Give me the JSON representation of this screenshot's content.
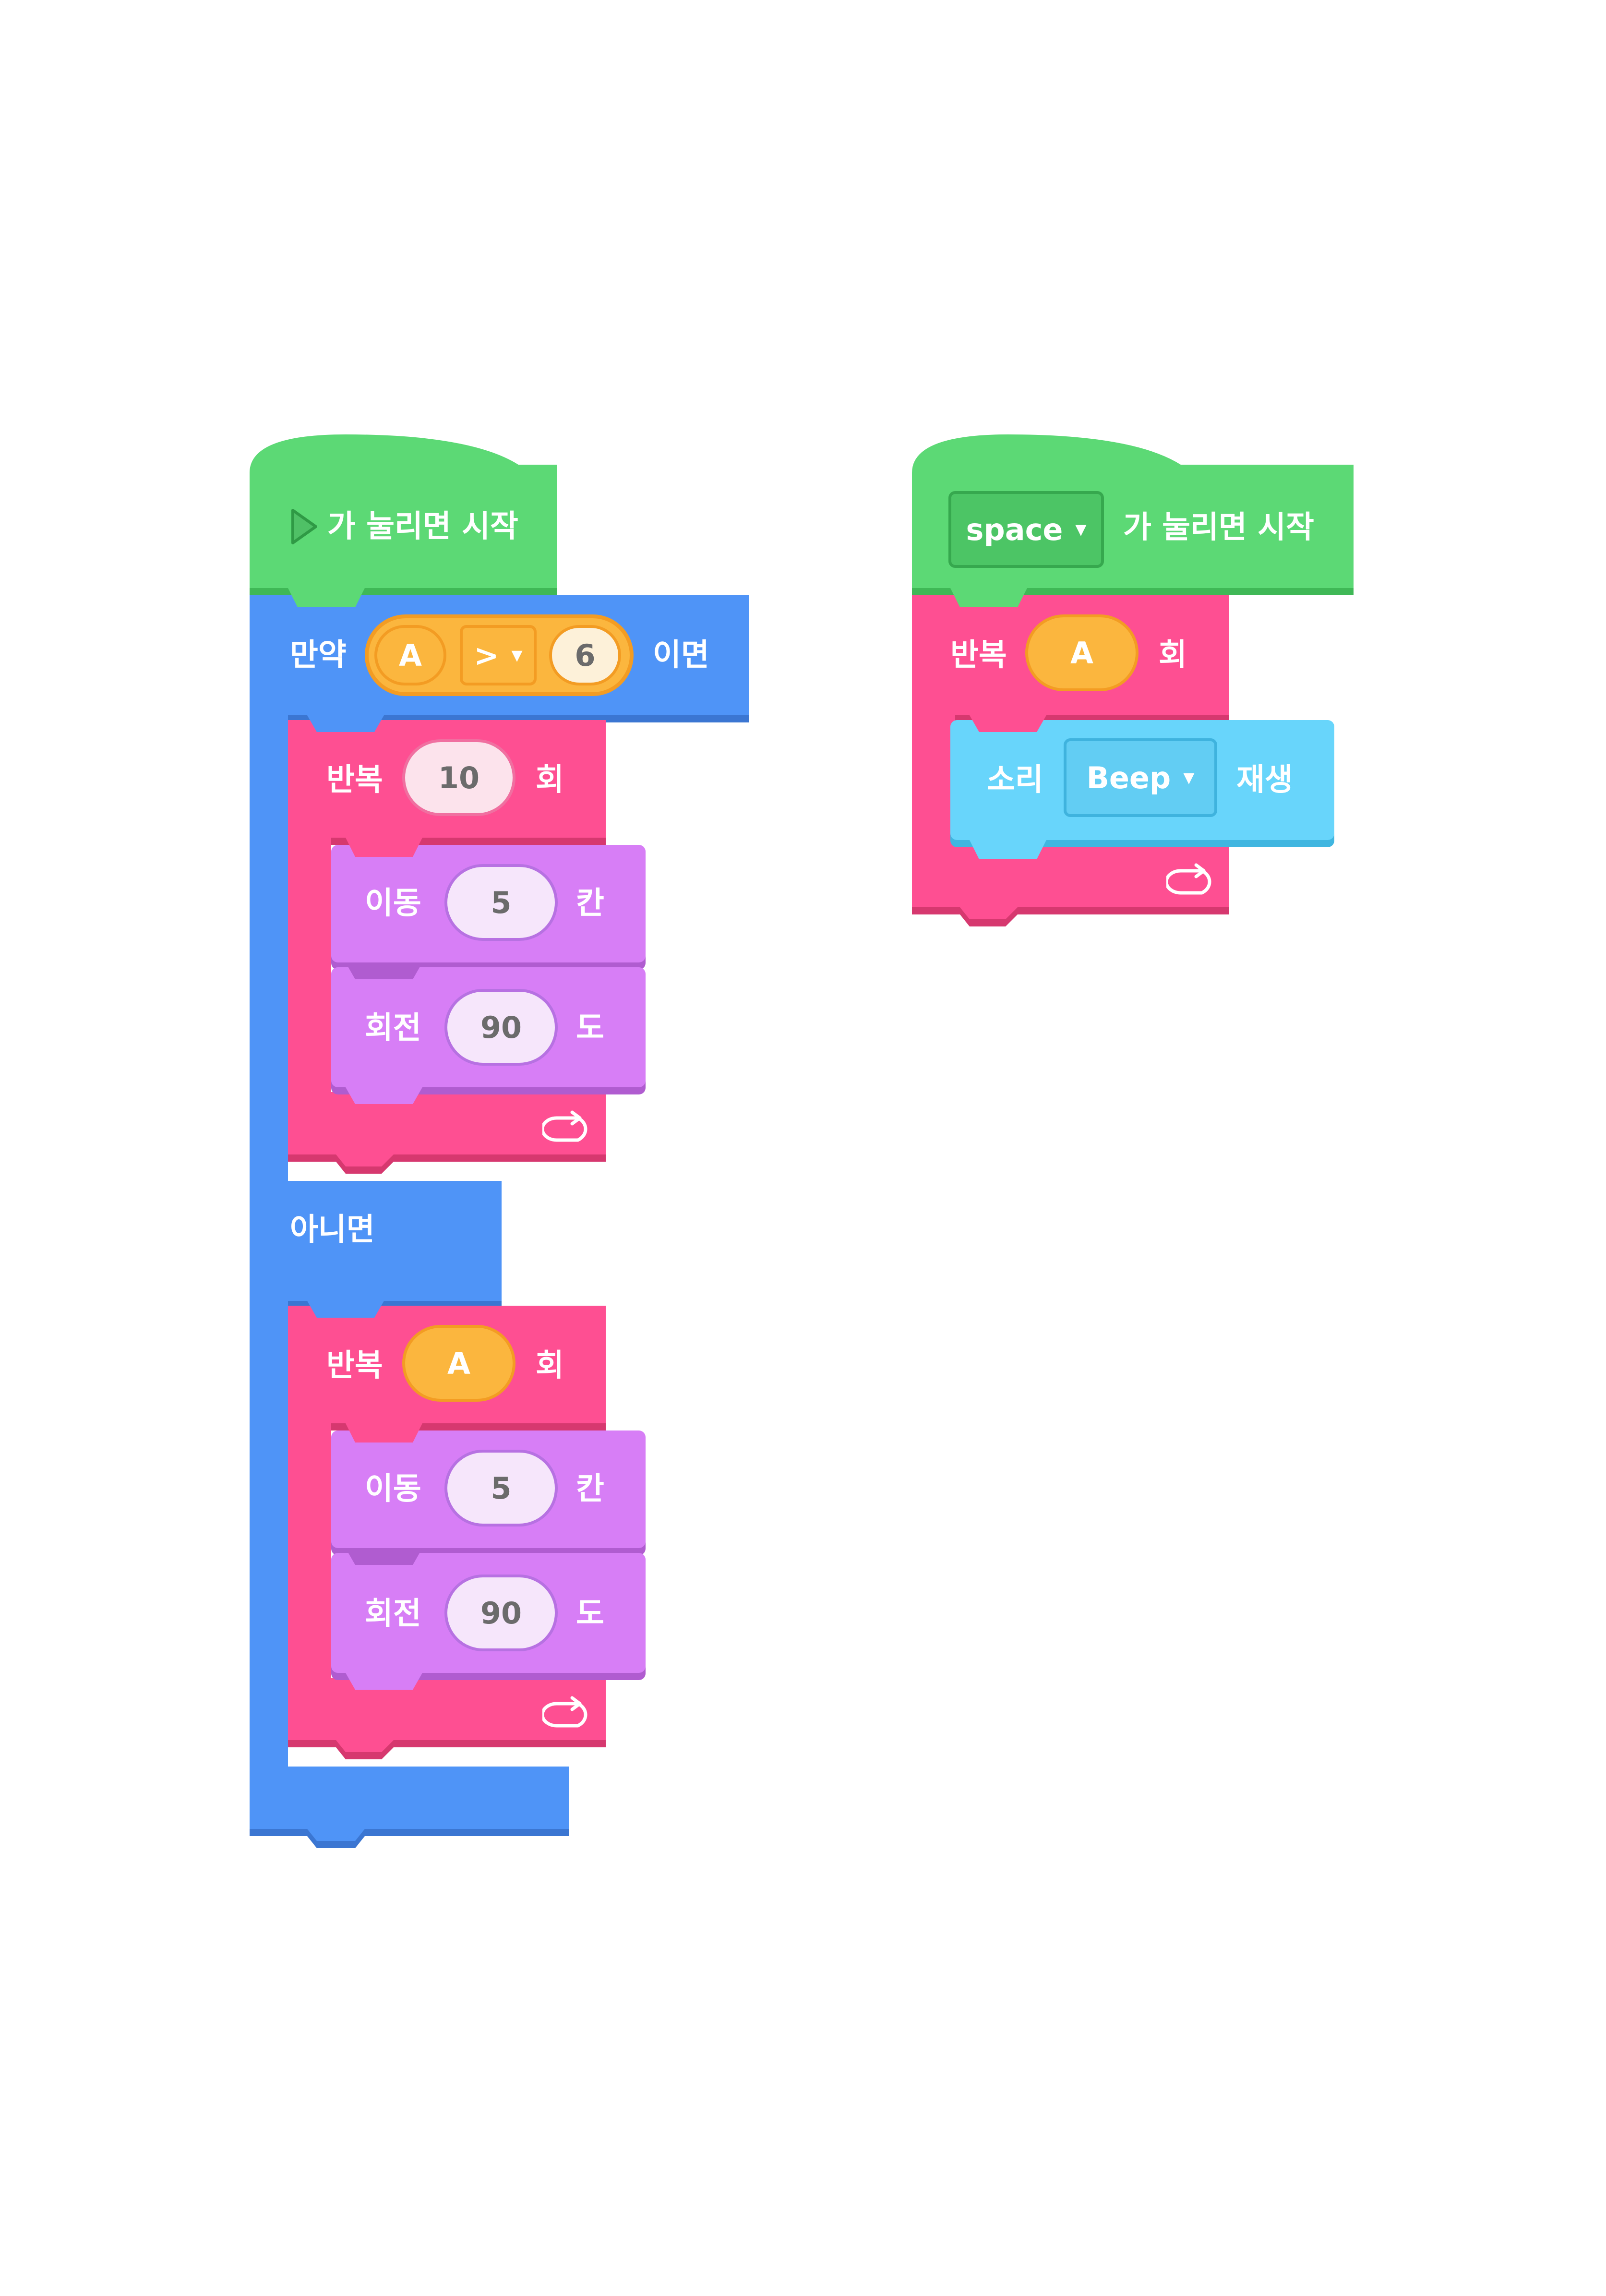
{
  "colors": {
    "event": "#5cd975",
    "event_shadow": "#3fb856",
    "control": "#4f94f7",
    "control_shadow": "#3b76d2",
    "loop": "#fe4f92",
    "loop_shadow": "#d6386f",
    "motion": "#d77ef6",
    "motion_shadow": "#b05cd0",
    "sound": "#68d5fb",
    "sound_shadow": "#40b6e0",
    "operator": "#fbb63e"
  },
  "script1": {
    "start_icon": "play-triangle-icon",
    "start_label": "가 눌리면 시작",
    "if_label": "만약",
    "cond_left": "A",
    "cond_op": ">",
    "cond_right": "6",
    "then_label": "이면",
    "loop1": {
      "label": "반복",
      "count": "10",
      "unit": "회"
    },
    "move1": {
      "label": "이동",
      "value": "5",
      "unit": "칸"
    },
    "turn1": {
      "label": "회전",
      "value": "90",
      "unit": "도"
    },
    "else_label": "아니면",
    "loop2": {
      "label": "반복",
      "count": "A",
      "unit": "회"
    },
    "move2": {
      "label": "이동",
      "value": "5",
      "unit": "칸"
    },
    "turn2": {
      "label": "회전",
      "value": "90",
      "unit": "도"
    },
    "loop_icon": "repeat-arrow-icon"
  },
  "script2": {
    "key": "space",
    "start_label": "가 눌리면 시작",
    "loop": {
      "label": "반복",
      "count": "A",
      "unit": "회"
    },
    "sound": {
      "label": "소리",
      "value": "Beep",
      "action": "재생"
    },
    "loop_icon": "repeat-arrow-icon"
  }
}
